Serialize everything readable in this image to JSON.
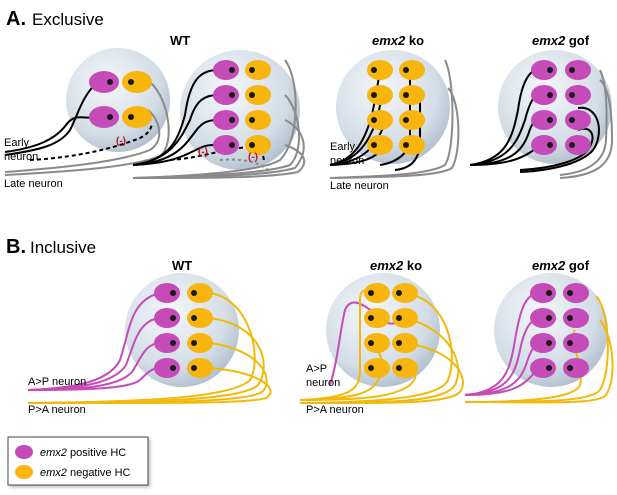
{
  "colors": {
    "positive": "#c44bb8",
    "negative": "#f7b50e",
    "nucleus": "#1a1a1a",
    "sphere_light": "#eef2f6",
    "sphere_dark": "#b9c6d3",
    "early_neuron": "#000000",
    "late_neuron": "#8a8a8a",
    "ap_neuron": "#c44bb8",
    "pa_neuron": "#f2b90c",
    "inhibition": "#c0141c"
  },
  "panel_a": {
    "letter": "A.",
    "title": "Exclusive",
    "wt_label": "WT",
    "ko_gene": "emx2",
    "ko_suffix": " ko",
    "gof_gene": "emx2",
    "gof_suffix": " gof",
    "early_neuron_line1": "Early",
    "early_neuron_line2": "neuron",
    "late_neuron": "Late neuron",
    "early_neuron_ko_line1": "Early",
    "early_neuron_ko_line2": "neuron",
    "late_neuron_ko": "Late neuron",
    "inhibition_mark": "(-)"
  },
  "panel_b": {
    "letter": "B.",
    "title": "Inclusive",
    "wt_label": "WT",
    "ko_gene": "emx2",
    "ko_suffix": " ko",
    "gof_gene": "emx2",
    "gof_suffix": " gof",
    "ap_neuron": "A>P neuron",
    "pa_neuron": "P>A neuron",
    "ap_neuron_ko_line1": "A>P",
    "ap_neuron_ko_line2": "neuron",
    "pa_neuron_ko": "P>A neuron"
  },
  "legend": {
    "positive_gene": "emx2",
    "positive_suffix": " positive HC",
    "negative_gene": "emx2",
    "negative_suffix": " negative HC"
  }
}
